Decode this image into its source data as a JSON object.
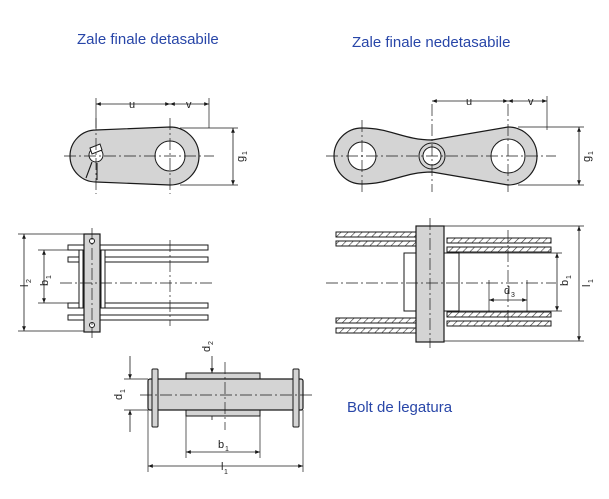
{
  "titles": {
    "detachable_end_links": "Zale finale detasabile",
    "non_detachable_end_links": "Zale finale nedetasabile",
    "connecting_bolt": "Bolt de legatura"
  },
  "dimensions": {
    "u": "u",
    "v": "v",
    "g": "g",
    "g_sub": "1",
    "l": "l",
    "l2_sub": "2",
    "l1_sub": "1",
    "b": "b",
    "b_sub": "1",
    "d": "d",
    "d1_sub": "1",
    "d2_sub": "2",
    "d3_sub": "3"
  },
  "colors": {
    "title": "#2846a8",
    "part_fill": "#d4d4d4",
    "line": "#1a1a1a"
  }
}
